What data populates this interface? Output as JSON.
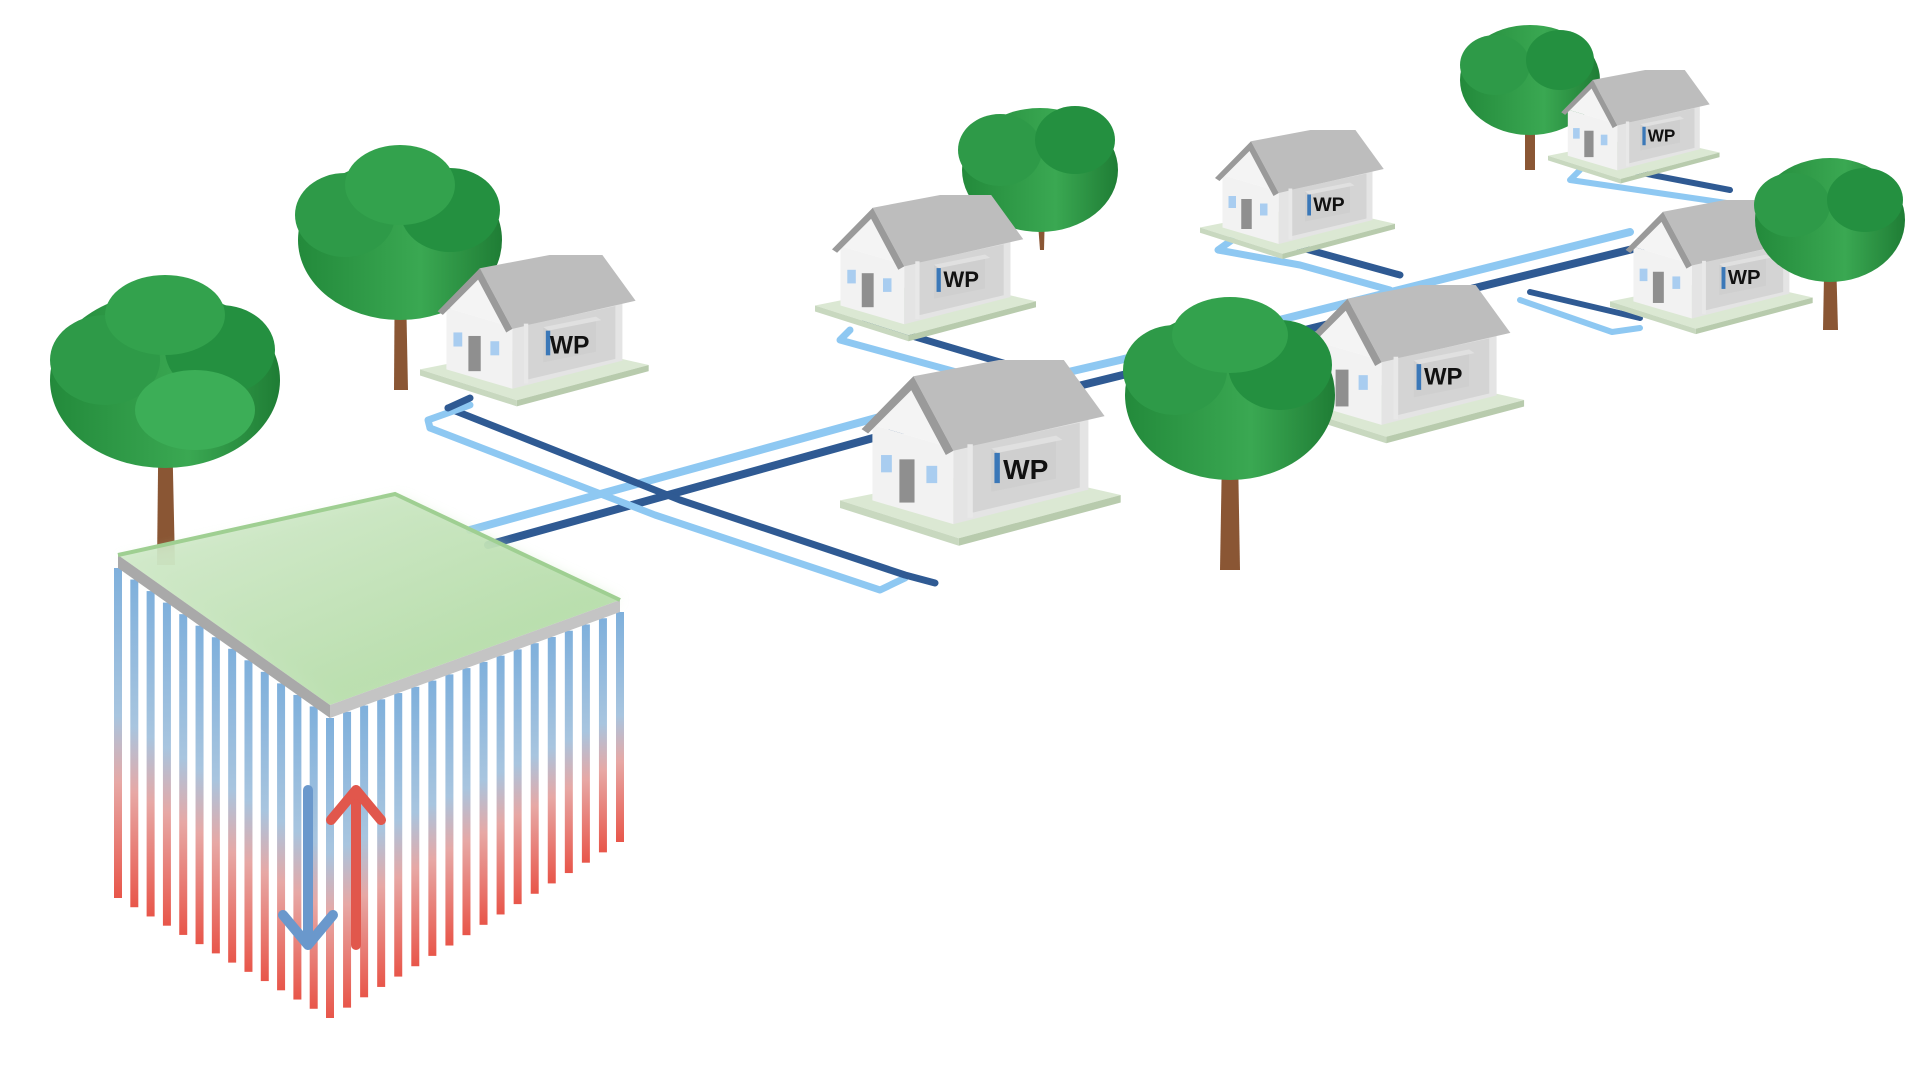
{
  "houses": [
    {
      "id": "house-1",
      "unit_label": "WP"
    },
    {
      "id": "house-2",
      "unit_label": "WP"
    },
    {
      "id": "house-3",
      "unit_label": "WP"
    },
    {
      "id": "house-4",
      "unit_label": "WP"
    },
    {
      "id": "house-5",
      "unit_label": "WP"
    },
    {
      "id": "house-6",
      "unit_label": "WP"
    },
    {
      "id": "house-7",
      "unit_label": "WP"
    }
  ],
  "colors": {
    "pipe_cold": "#8ec8f2",
    "pipe_warm": "#2f5a93",
    "tree_canopy": "#2f9a46",
    "tree_trunk": "#8a5634",
    "roof": "#b9b9b9",
    "wall": "#eeeeee",
    "ground_pad": "#dbe8d3",
    "storage_top": "#bfe0b2",
    "probe_blue": "#6fa6d4",
    "probe_red": "#e4584c",
    "arrow_blue": "#6a98cc",
    "arrow_red": "#e1574c"
  },
  "icons": [
    "heat-pump-icon",
    "tree-icon",
    "house-icon",
    "arrow-up-icon",
    "arrow-down-icon"
  ]
}
